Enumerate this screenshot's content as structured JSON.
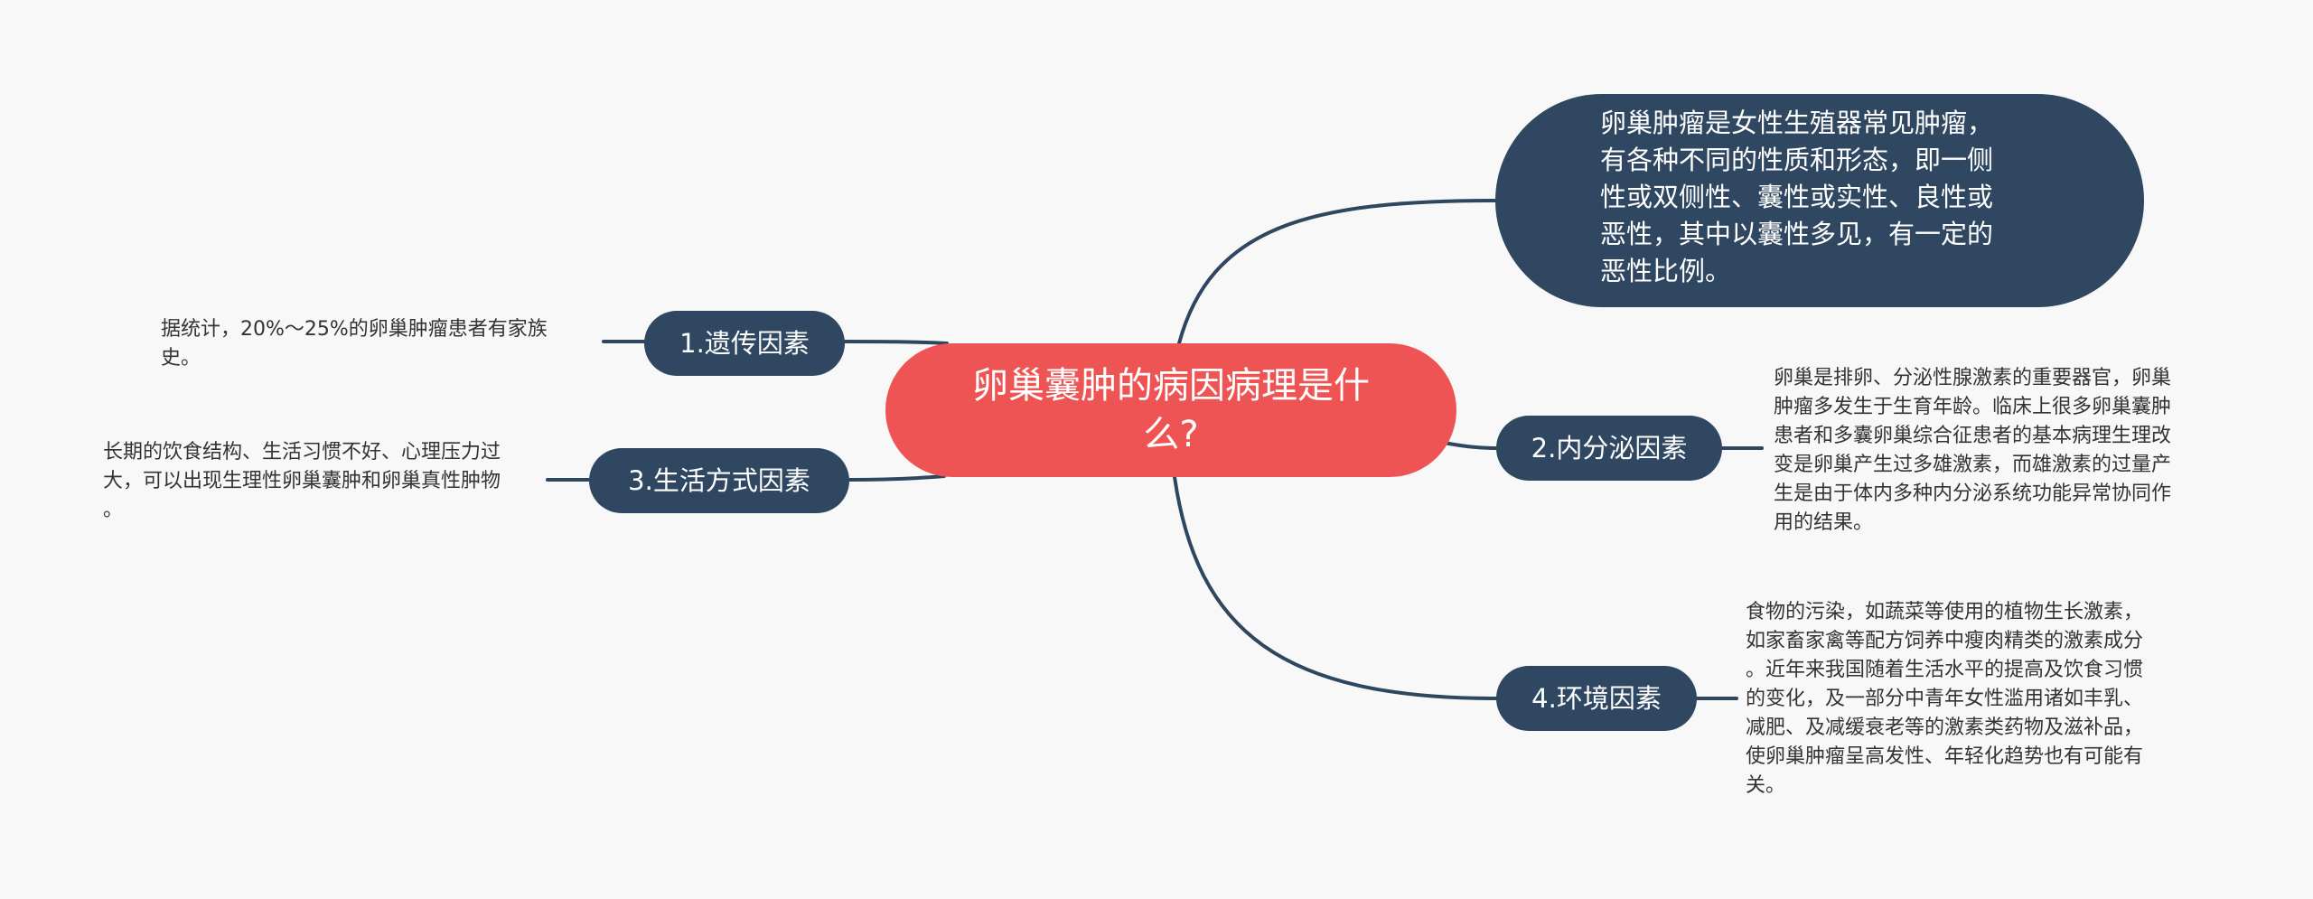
{
  "mindmap": {
    "root": {
      "label": "卵巢囊肿的病因病理是什么?"
    },
    "intro": {
      "text": "卵巢肿瘤是女性生殖器常见肿瘤，\n有各种不同的性质和形态，即一侧\n性或双侧性、囊性或实性、良性或\n恶性，其中以囊性多见，有一定的\n恶性比例。"
    },
    "branches": [
      {
        "label": "1.遗传因素",
        "detail": "据统计，20%～25%的卵巢肿瘤患者有家族\n史。"
      },
      {
        "label": "2.内分泌因素",
        "detail": "卵巢是排卵、分泌性腺激素的重要器官，卵巢\n肿瘤多发生于生育年龄。临床上很多卵巢囊肿\n患者和多囊卵巢综合征患者的基本病理生理改\n变是卵巢产生过多雄激素，而雄激素的过量产\n生是由于体内多种内分泌系统功能异常协同作\n用的结果。"
      },
      {
        "label": "3.生活方式因素",
        "detail": "长期的饮食结构、生活习惯不好、心理压力过\n大，可以出现生理性卵巢囊肿和卵巢真性肿物\n。"
      },
      {
        "label": "4.环境因素",
        "detail": "食物的污染，如蔬菜等使用的植物生长激素，\n如家畜家禽等配方饲养中瘦肉精类的激素成分\n。近年来我国随着生活水平的提高及饮食习惯\n的变化，及一部分中青年女性滥用诸如丰乳、\n减肥、及减缓衰老等的激素类药物及滋补品，\n使卵巢肿瘤呈高发性、年轻化趋势也有可能有\n关。"
      }
    ],
    "colors": {
      "root": "#ef5454",
      "node": "#2f4761",
      "line": "#2e4660",
      "background": "#f8f8f8"
    }
  }
}
